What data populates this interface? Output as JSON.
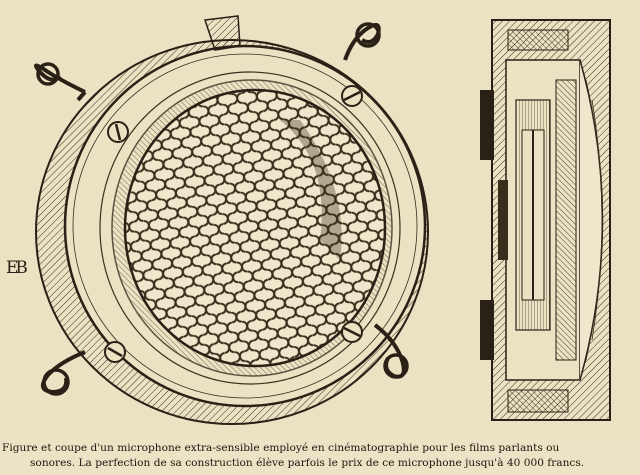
{
  "caption": {
    "line1": "Figure et coupe d'un microphone extra-sensible employé en cinématographie pour les films parlants ou",
    "line2": "sonores. La perfection de sa construction élève parfois le prix de ce microphone jusqu'à 40 000 francs."
  },
  "engraver_mark": "EB",
  "colors": {
    "paper": "#ebe1c3",
    "ink": "#2a2116"
  }
}
